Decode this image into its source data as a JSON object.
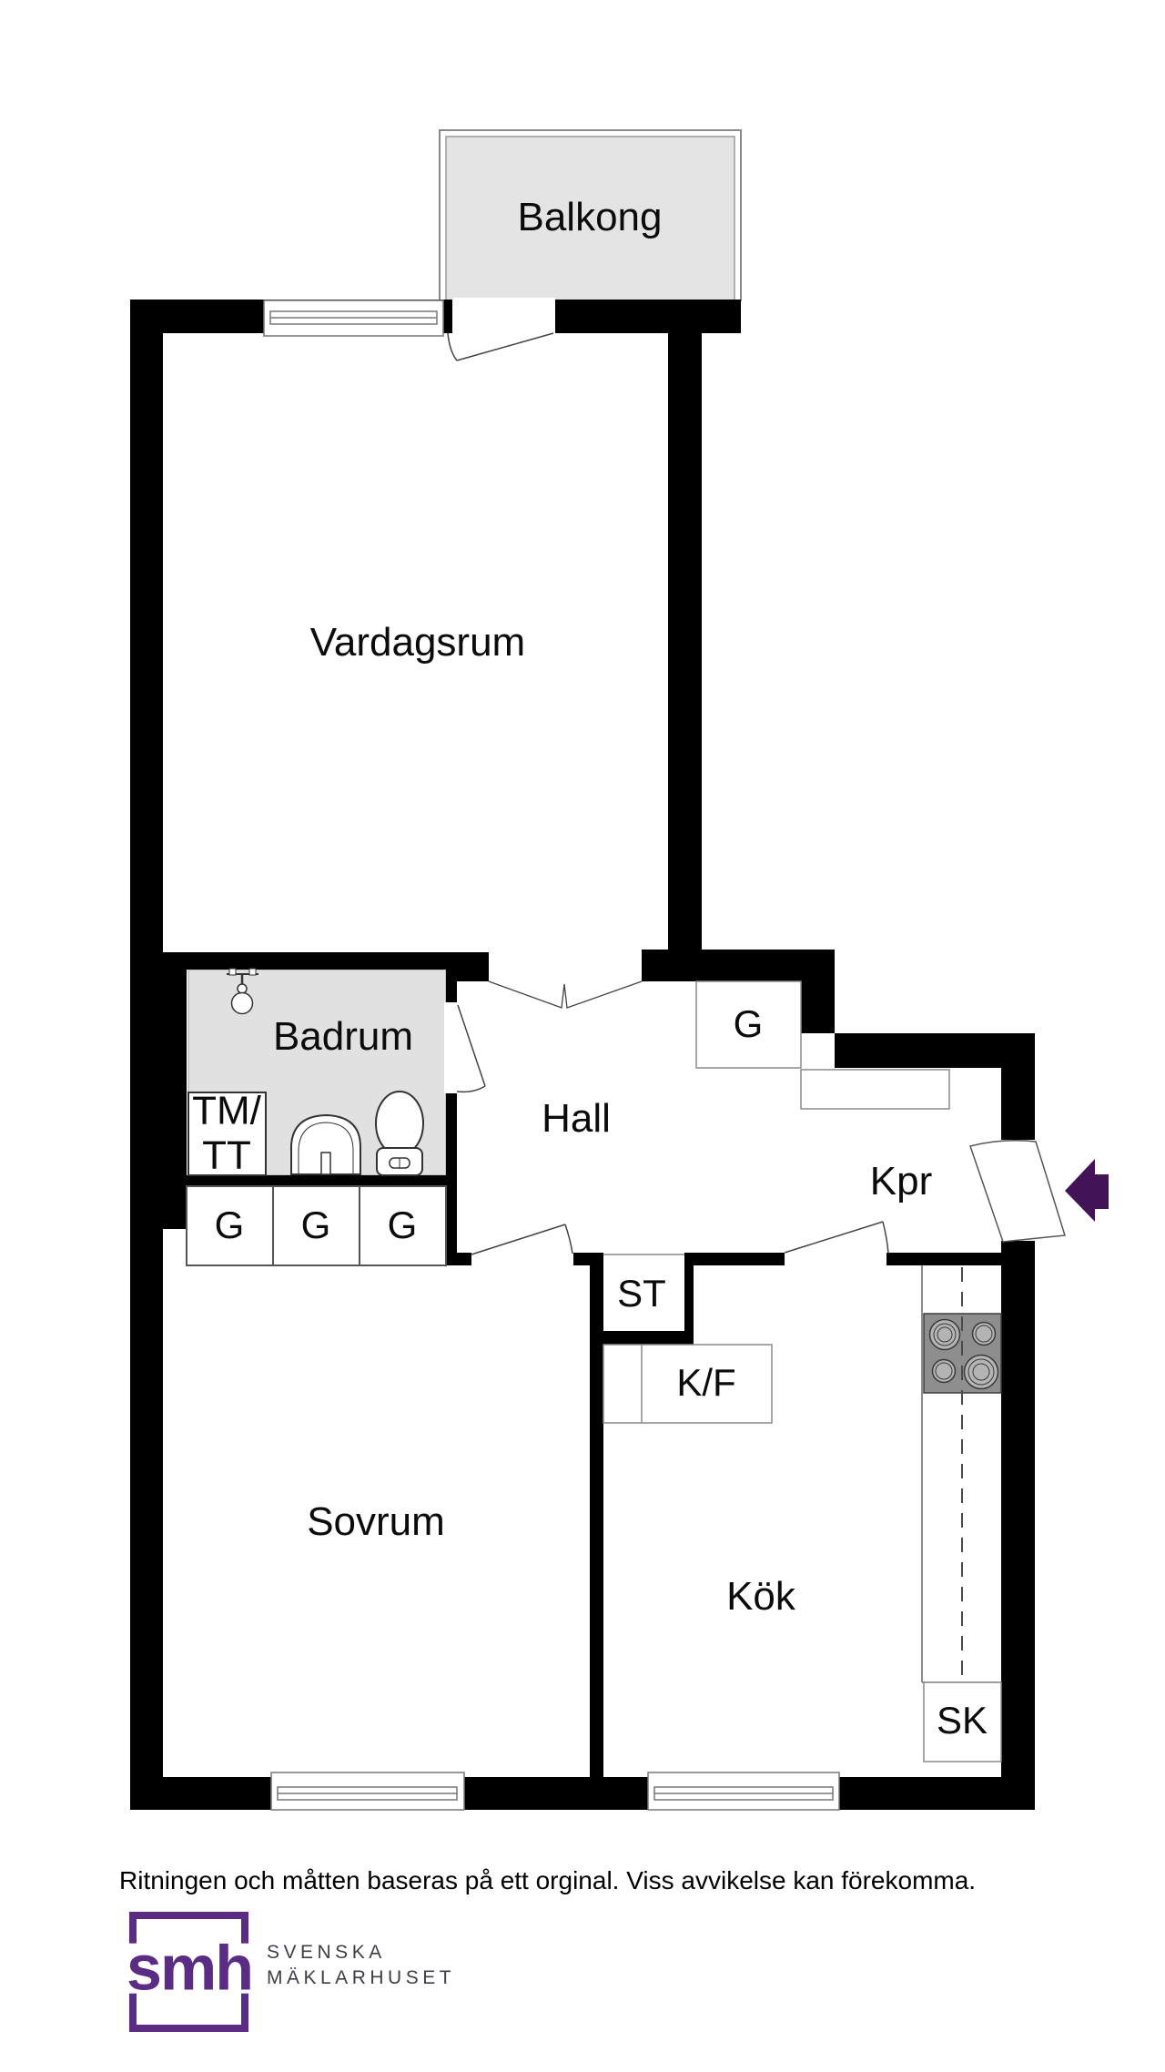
{
  "plan": {
    "rooms": {
      "balcony": "Balkong",
      "living_room": "Vardagsrum",
      "bathroom": "Badrum",
      "hall": "Hall",
      "corridor": "Kpr",
      "bedroom": "Sovrum",
      "kitchen": "Kök"
    },
    "closets": {
      "washer_line1": "TM/",
      "washer_line2": "TT",
      "hall_wardrobe": "G",
      "wardrobe_1": "G",
      "wardrobe_2": "G",
      "wardrobe_3": "G",
      "cleaning_closet": "ST",
      "fridge_freezer": "K/F",
      "sink_cabinet": "SK"
    },
    "icons": {
      "entrance_arrow": "left-arrow",
      "fixtures": [
        "shower-icon",
        "sink-icon",
        "toilet-icon",
        "stove-icon"
      ]
    },
    "colors": {
      "wall": "#000000",
      "balcony_floor": "#e4e4e4",
      "bathroom_floor": "#e1e1e1",
      "entrance_arrow": "#431358",
      "logo_purple": "#5b2c83",
      "brand_text": "#3e4049",
      "stove_body": "#8e8e8e",
      "burner": "#b4b4b4"
    }
  },
  "footer": {
    "disclaimer": "Ritningen och måtten baseras på ett orginal. Viss avvikelse kan förekomma."
  },
  "logo": {
    "monogram": "smh",
    "company_line1": "SVENSKA",
    "company_line2": "MÄKLARHUSET"
  }
}
